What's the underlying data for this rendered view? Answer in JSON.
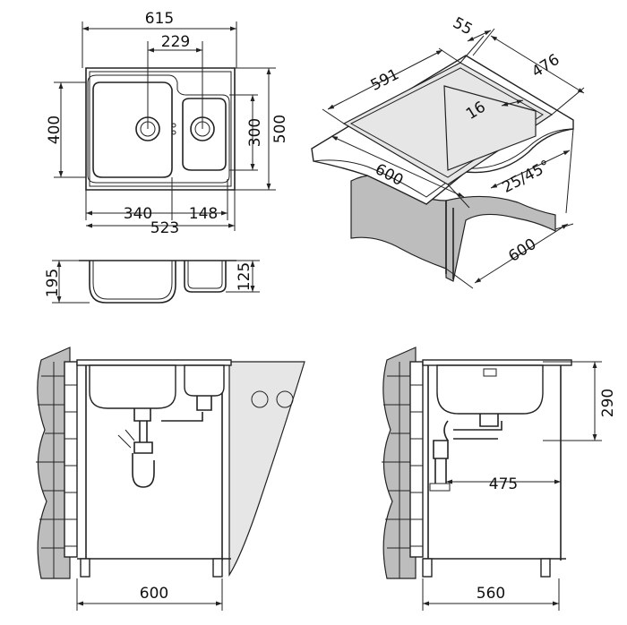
{
  "top_view": {
    "overall_width": "615",
    "drain_spacing": "229",
    "depth": "400",
    "overall_depth": "500",
    "small_bowl_depth": "300",
    "large_bowl_width": "340",
    "small_bowl_width": "148",
    "inner_width": "523"
  },
  "side_view": {
    "large_bowl_height": "195",
    "small_bowl_height": "125"
  },
  "iso_view": {
    "cutout_width": "591",
    "margin": "55",
    "cutout_depth": "476",
    "corner_radius": "16",
    "counter_width": "600",
    "counter_thickness": "25/45°",
    "cabinet_depth": "600"
  },
  "front_install": {
    "cabinet_width": "600"
  },
  "side_install": {
    "bowl_depth": "290",
    "drain_depth": "475",
    "cabinet_depth": "560"
  }
}
